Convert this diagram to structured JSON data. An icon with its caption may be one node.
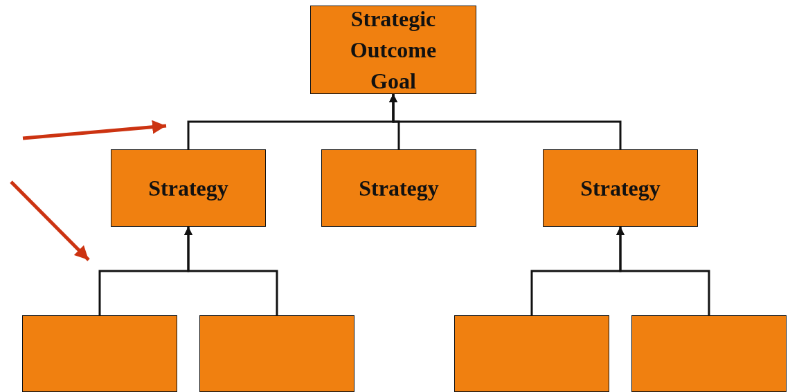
{
  "diagram": {
    "nodes": [
      {
        "text": [
          "Strategic Outcome Goal"
        ]
      },
      {
        "text": [
          "Strategy"
        ]
      },
      {
        "text": [
          "Strategy"
        ]
      },
      {
        "text": [
          "Strategy"
        ]
      },
      {
        "text": [],
        "shape": "box"
      },
      {
        "text": [],
        "shape": "box"
      },
      {
        "text": [],
        "shape": "box"
      },
      {
        "text": [],
        "shape": "box"
      }
    ],
    "edges": [
      {
        "from": 1,
        "to": 0,
        "arrow": "to"
      },
      {
        "from": 2,
        "to": 0,
        "arrow": "to"
      },
      {
        "from": 3,
        "to": 0,
        "arrow": "to"
      },
      {
        "from": 4,
        "to": 1,
        "arrow": "to"
      },
      {
        "from": 5,
        "to": 1,
        "arrow": "to"
      },
      {
        "from": 6,
        "to": 3,
        "arrow": "to"
      },
      {
        "from": 7,
        "to": 3,
        "arrow": "to"
      }
    ]
  }
}
